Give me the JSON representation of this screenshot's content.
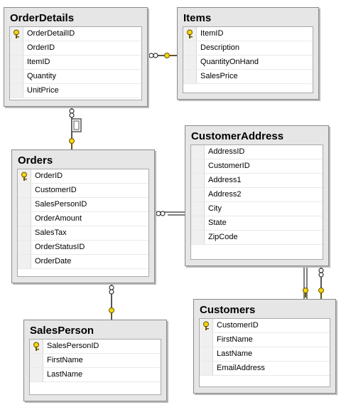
{
  "tables": {
    "order_details": {
      "title": "OrderDetails",
      "columns": [
        "OrderDetailID",
        "OrderID",
        "ItemID",
        "Quantity",
        "UnitPrice"
      ]
    },
    "items": {
      "title": "Items",
      "columns": [
        "ItemID",
        "Description",
        "QuantityOnHand",
        "SalesPrice"
      ]
    },
    "orders": {
      "title": "Orders",
      "columns": [
        "OrderID",
        "CustomerID",
        "SalesPersonID",
        "OrderAmount",
        "SalesTax",
        "OrderStatusID",
        "OrderDate"
      ]
    },
    "customer_address": {
      "title": "CustomerAddress",
      "columns": [
        "AddressID",
        "CustomerID",
        "Address1",
        "Address2",
        "City",
        "State",
        "ZipCode"
      ]
    },
    "customers": {
      "title": "Customers",
      "columns": [
        "CustomerID",
        "FirstName",
        "LastName",
        "EmailAddress"
      ]
    },
    "sales_person": {
      "title": "SalesPerson",
      "columns": [
        "SalesPersonID",
        "FirstName",
        "LastName"
      ]
    }
  },
  "icons": {
    "primary_key": "key-icon",
    "many_end": "infinity-icon",
    "one_end": "key-icon"
  },
  "colors": {
    "key_fill": "#f5d40f",
    "line": "#555555",
    "header_bg": "#e6e6e6"
  }
}
